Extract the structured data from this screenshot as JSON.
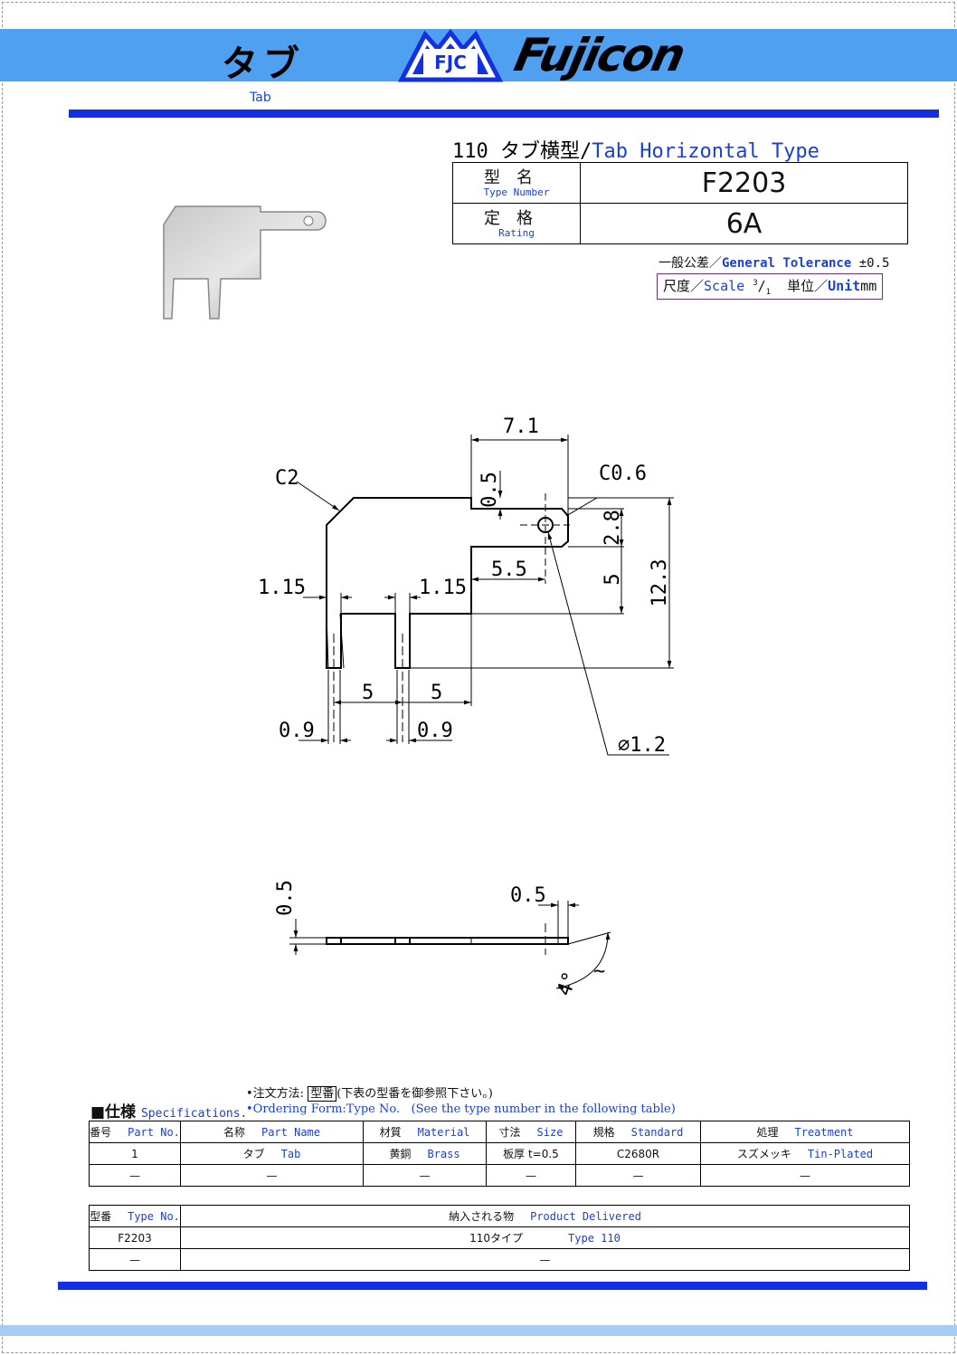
{
  "header": {
    "title_jp": "タブ",
    "title_en": "Tab",
    "logo_mark": "FJC",
    "brand": "Fujicon"
  },
  "product": {
    "title_num": "110",
    "title_jp": "タブ横型/",
    "title_en": "Tab Horizontal Type",
    "type_label_jp": "型名",
    "type_label_en": "Type Number",
    "type_value": "F2203",
    "rating_label_jp": "定格",
    "rating_label_en": "Rating",
    "rating_value": "6A"
  },
  "tolerance": {
    "jp": "一般公差／",
    "en": "General Tolerance",
    "value": "±0.5"
  },
  "scale_box": {
    "scale_jp": "尺度／",
    "scale_en": "Scale",
    "scale_num": "3",
    "scale_den": "1",
    "unit_jp": "単位／",
    "unit_en": "Unit",
    "unit_value": "mm"
  },
  "dimensions": {
    "top_width": "7.1",
    "top_thick": "0.5",
    "chamfer_c2": "C2",
    "chamfer_c06": "C0.6",
    "tab_height": "2.8",
    "hole_offset": "5.5",
    "mid_height": "5",
    "total_height": "12.3",
    "pin_w_left": "1.15",
    "pin_w_right": "1.15",
    "pitch_1": "5",
    "pitch_2": "5",
    "pin_tip_left": "0.9",
    "pin_tip_right": "0.9",
    "hole_dia": "∅1.2",
    "side_thick": "0.5",
    "side_tip": "0.5",
    "side_angle": "4°"
  },
  "ordering": {
    "line1_prefix": "•注文方法:",
    "line1_boxed": "型番",
    "line1_suffix": "(下表の型番を御参照下さい。)",
    "line2_prefix": "•Ordering Form:Type No.",
    "line2_suffix": "(See the type number in the following table)"
  },
  "specs": {
    "heading_jp": "■仕様",
    "heading_en": "Specifications.",
    "headers": [
      {
        "jp": "番号",
        "en": "Part No."
      },
      {
        "jp": "名称",
        "en": "Part Name"
      },
      {
        "jp": "材質",
        "en": "Material"
      },
      {
        "jp": "寸法",
        "en": "Size"
      },
      {
        "jp": "規格",
        "en": "Standard"
      },
      {
        "jp": "処理",
        "en": "Treatment"
      }
    ],
    "rows": [
      {
        "no": "1",
        "name_jp": "タブ",
        "name_en": "Tab",
        "mat_jp": "黄銅",
        "mat_en": "Brass",
        "size": "板厚 t=0.5",
        "std": "C2680R",
        "treat_jp": "スズメッキ",
        "treat_en": "Tin-Plated"
      },
      {
        "no": "—",
        "name_jp": "—",
        "name_en": "",
        "mat_jp": "—",
        "mat_en": "",
        "size": "—",
        "std": "—",
        "treat_jp": "—",
        "treat_en": ""
      }
    ]
  },
  "delivered": {
    "headers": [
      {
        "jp": "型番",
        "en": "Type No."
      },
      {
        "jp": "納入される物",
        "en": "Product Delivered"
      }
    ],
    "rows": [
      {
        "type": "F2203",
        "jp": "110タイプ",
        "en": "Type 110"
      },
      {
        "type": "—",
        "jp": "—",
        "en": ""
      }
    ]
  },
  "colors": {
    "band": "#4fa0f0",
    "rule": "#1230e0",
    "accent_text": "#1a3fd6"
  }
}
